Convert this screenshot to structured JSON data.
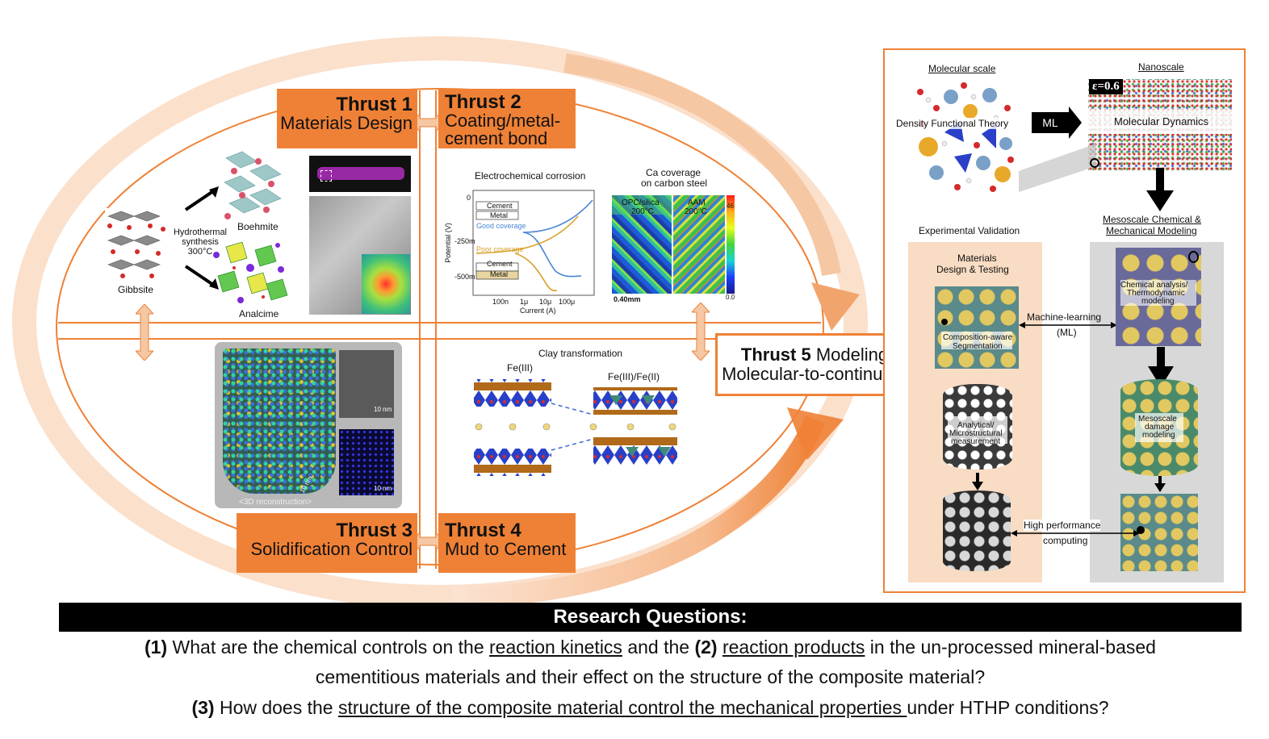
{
  "thrusts": {
    "t1": {
      "num": "Thrust 1",
      "sub": "Materials Design"
    },
    "t2": {
      "num": "Thrust 2",
      "sub1": "Coating/metal-",
      "sub2": "cement bond"
    },
    "t3": {
      "num": "Thrust 3",
      "sub": "Solidification Control"
    },
    "t4": {
      "num": "Thrust 4",
      "sub": "Mud to Cement"
    },
    "t5": {
      "num": "Thrust 5",
      "sub1": "Modeling",
      "sub2": "Molecular-to-continuum"
    }
  },
  "panel1": {
    "gibbsite": "Gibbsite",
    "hydro1": "Hydrothermal",
    "hydro2": "synthesis",
    "hydro3": "300°C",
    "boehmite": "Boehmite",
    "analcime": "Analcime"
  },
  "panel2": {
    "corrosion_title": "Electrochemical corrosion",
    "cement": "Cement",
    "metal": "Metal",
    "good": "Good coverage",
    "poor": "Poor coverage",
    "cement2": "Cement",
    "metal2": "Metal",
    "ylabel": "Potential (V)",
    "xlabel": "Current (A)",
    "y0": "0",
    "y250": "-250m",
    "y500": "-500m",
    "x1": "100n",
    "x2": "1μ",
    "x3": "10μ",
    "x4": "100μ",
    "ca_title1": "Ca coverage",
    "ca_title2": "on carbon steel",
    "opc1": "OPC/silica",
    "opc2": "200°C",
    "aam1": "AAM",
    "aam2": "200°C",
    "scale": "0.40mm",
    "cb_top": "46",
    "cb_bot": "0.0"
  },
  "panel3": {
    "recon": "<3D reconstruction>",
    "scale1": "10 nm",
    "scale2": "10 nm",
    "scale3": "10 nm"
  },
  "panel4": {
    "title": "Clay transformation",
    "fe3": "Fe(III)",
    "fe32": "Fe(III)/Fe(II)"
  },
  "right": {
    "molecular": "Molecular scale",
    "nanoscale": "Nanoscale",
    "dft": "Density Functional Theory",
    "ml": "ML",
    "md": "Molecular Dynamics",
    "eps": "ε=0.6",
    "exp_val": "Experimental Validation",
    "meso1": "Mesoscale Chemical &",
    "meso2": "Mechanical Modeling",
    "mat1": "Materials",
    "mat2": "Design & Testing",
    "comp1": "Composition-aware",
    "comp2": "Segmentation",
    "mlearn1": "Machine-learning",
    "mlearn2": "(ML)",
    "chem1": "Chemical analysis/",
    "chem2": "Thermodynamic",
    "chem3": "modeling",
    "anal1": "Analytical/",
    "anal2": "Microstructural",
    "anal3": "measurement",
    "meso_dmg1": "Mesoscale",
    "meso_dmg2": "damage",
    "meso_dmg3": "modeling",
    "hpc1": "High performance",
    "hpc2": "computing"
  },
  "rq": {
    "title": "Research Questions:",
    "n1": "(1)",
    "l1a": " What are the chemical controls on the ",
    "l1u": "reaction kinetics",
    "l1b": " and the ",
    "n2": "(2)",
    "l1c": " ",
    "l1u2": "reaction products",
    "l1d": " in the un-processed mineral-based",
    "l2": "cementitious materials and their effect on the structure of the composite material?",
    "n3": "(3)",
    "l3a": " How does the ",
    "l3u": "structure of the composite material control the mechanical properties ",
    "l3b": "under HTHP conditions?"
  },
  "colors": {
    "orange": "#ef8136",
    "light_orange": "#f6c7a3"
  }
}
